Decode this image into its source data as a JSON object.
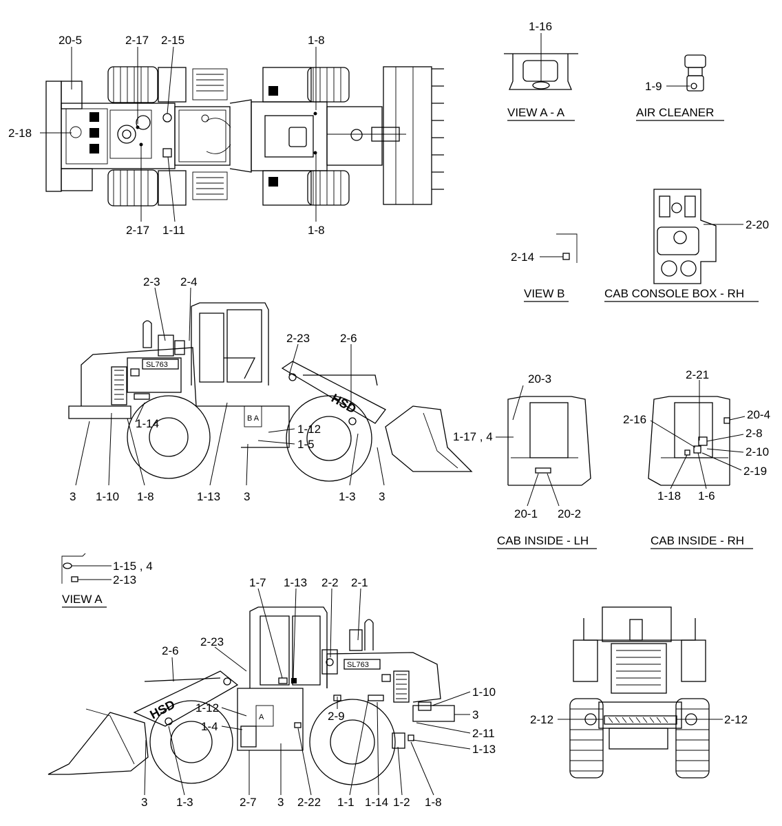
{
  "labels": {
    "top_20_5": "20-5",
    "top_2_17_a": "2-17",
    "top_2_15": "2-15",
    "top_1_8_a": "1-8",
    "top_2_18": "2-18",
    "top_2_17_b": "2-17",
    "top_1_11": "1-11",
    "top_1_8_b": "1-8",
    "viewaa_1_16": "1-16",
    "air_1_9": "1-9",
    "viewb_2_14": "2-14",
    "console_2_20": "2-20",
    "side1_2_3": "2-3",
    "side1_2_4": "2-4",
    "side1_2_23": "2-23",
    "side1_2_6": "2-6",
    "side1_1_14": "1-14",
    "side1_1_12": "1-12",
    "side1_1_5": "1-5",
    "side1_3_a": "3",
    "side1_1_10": "1-10",
    "side1_1_8": "1-8",
    "side1_1_13": "1-13",
    "side1_3_b": "3",
    "side1_1_3": "1-3",
    "side1_3_c": "3",
    "lh_20_3": "20-3",
    "lh_1_17": "1-17 , 4",
    "lh_20_1": "20-1",
    "lh_20_2": "20-2",
    "rh_2_21": "2-21",
    "rh_2_16": "2-16",
    "rh_20_4": "20-4",
    "rh_2_8": "2-8",
    "rh_2_10": "2-10",
    "rh_2_19": "2-19",
    "rh_1_18": "1-18",
    "rh_1_6": "1-6",
    "viewa_1_15": "1-15 , 4",
    "viewa_2_13": "2-13",
    "side2_1_7": "1-7",
    "side2_1_13": "1-13",
    "side2_2_2": "2-2",
    "side2_2_1": "2-1",
    "side2_2_6": "2-6",
    "side2_2_23": "2-23",
    "side2_1_10": "1-10",
    "side2_3_a": "3",
    "side2_2_11": "2-11",
    "side2_1_13b": "1-13",
    "side2_2_9": "2-9",
    "side2_1_12": "1-12",
    "side2_1_4": "1-4",
    "side2_3_b": "3",
    "side2_1_3": "1-3",
    "side2_2_7": "2-7",
    "side2_3_c": "3",
    "side2_2_22": "2-22",
    "side2_1_1": "1-1",
    "side2_1_14": "1-14",
    "side2_1_2": "1-2",
    "side2_1_8": "1-8",
    "rear_2_12_a": "2-12",
    "rear_2_12_b": "2-12"
  },
  "captions": {
    "view_aa": "VIEW A - A",
    "air_cleaner": "AIR CLEANER",
    "view_b": "VIEW B",
    "console_box": "CAB CONSOLE BOX - RH",
    "cab_lh": "CAB INSIDE - LH",
    "cab_rh": "CAB INSIDE - RH",
    "view_a": "VIEW A"
  },
  "machine_text": {
    "model_1": "SL763",
    "model_2": "SL763",
    "brand_1": "HSD",
    "brand_2": "HSD"
  }
}
